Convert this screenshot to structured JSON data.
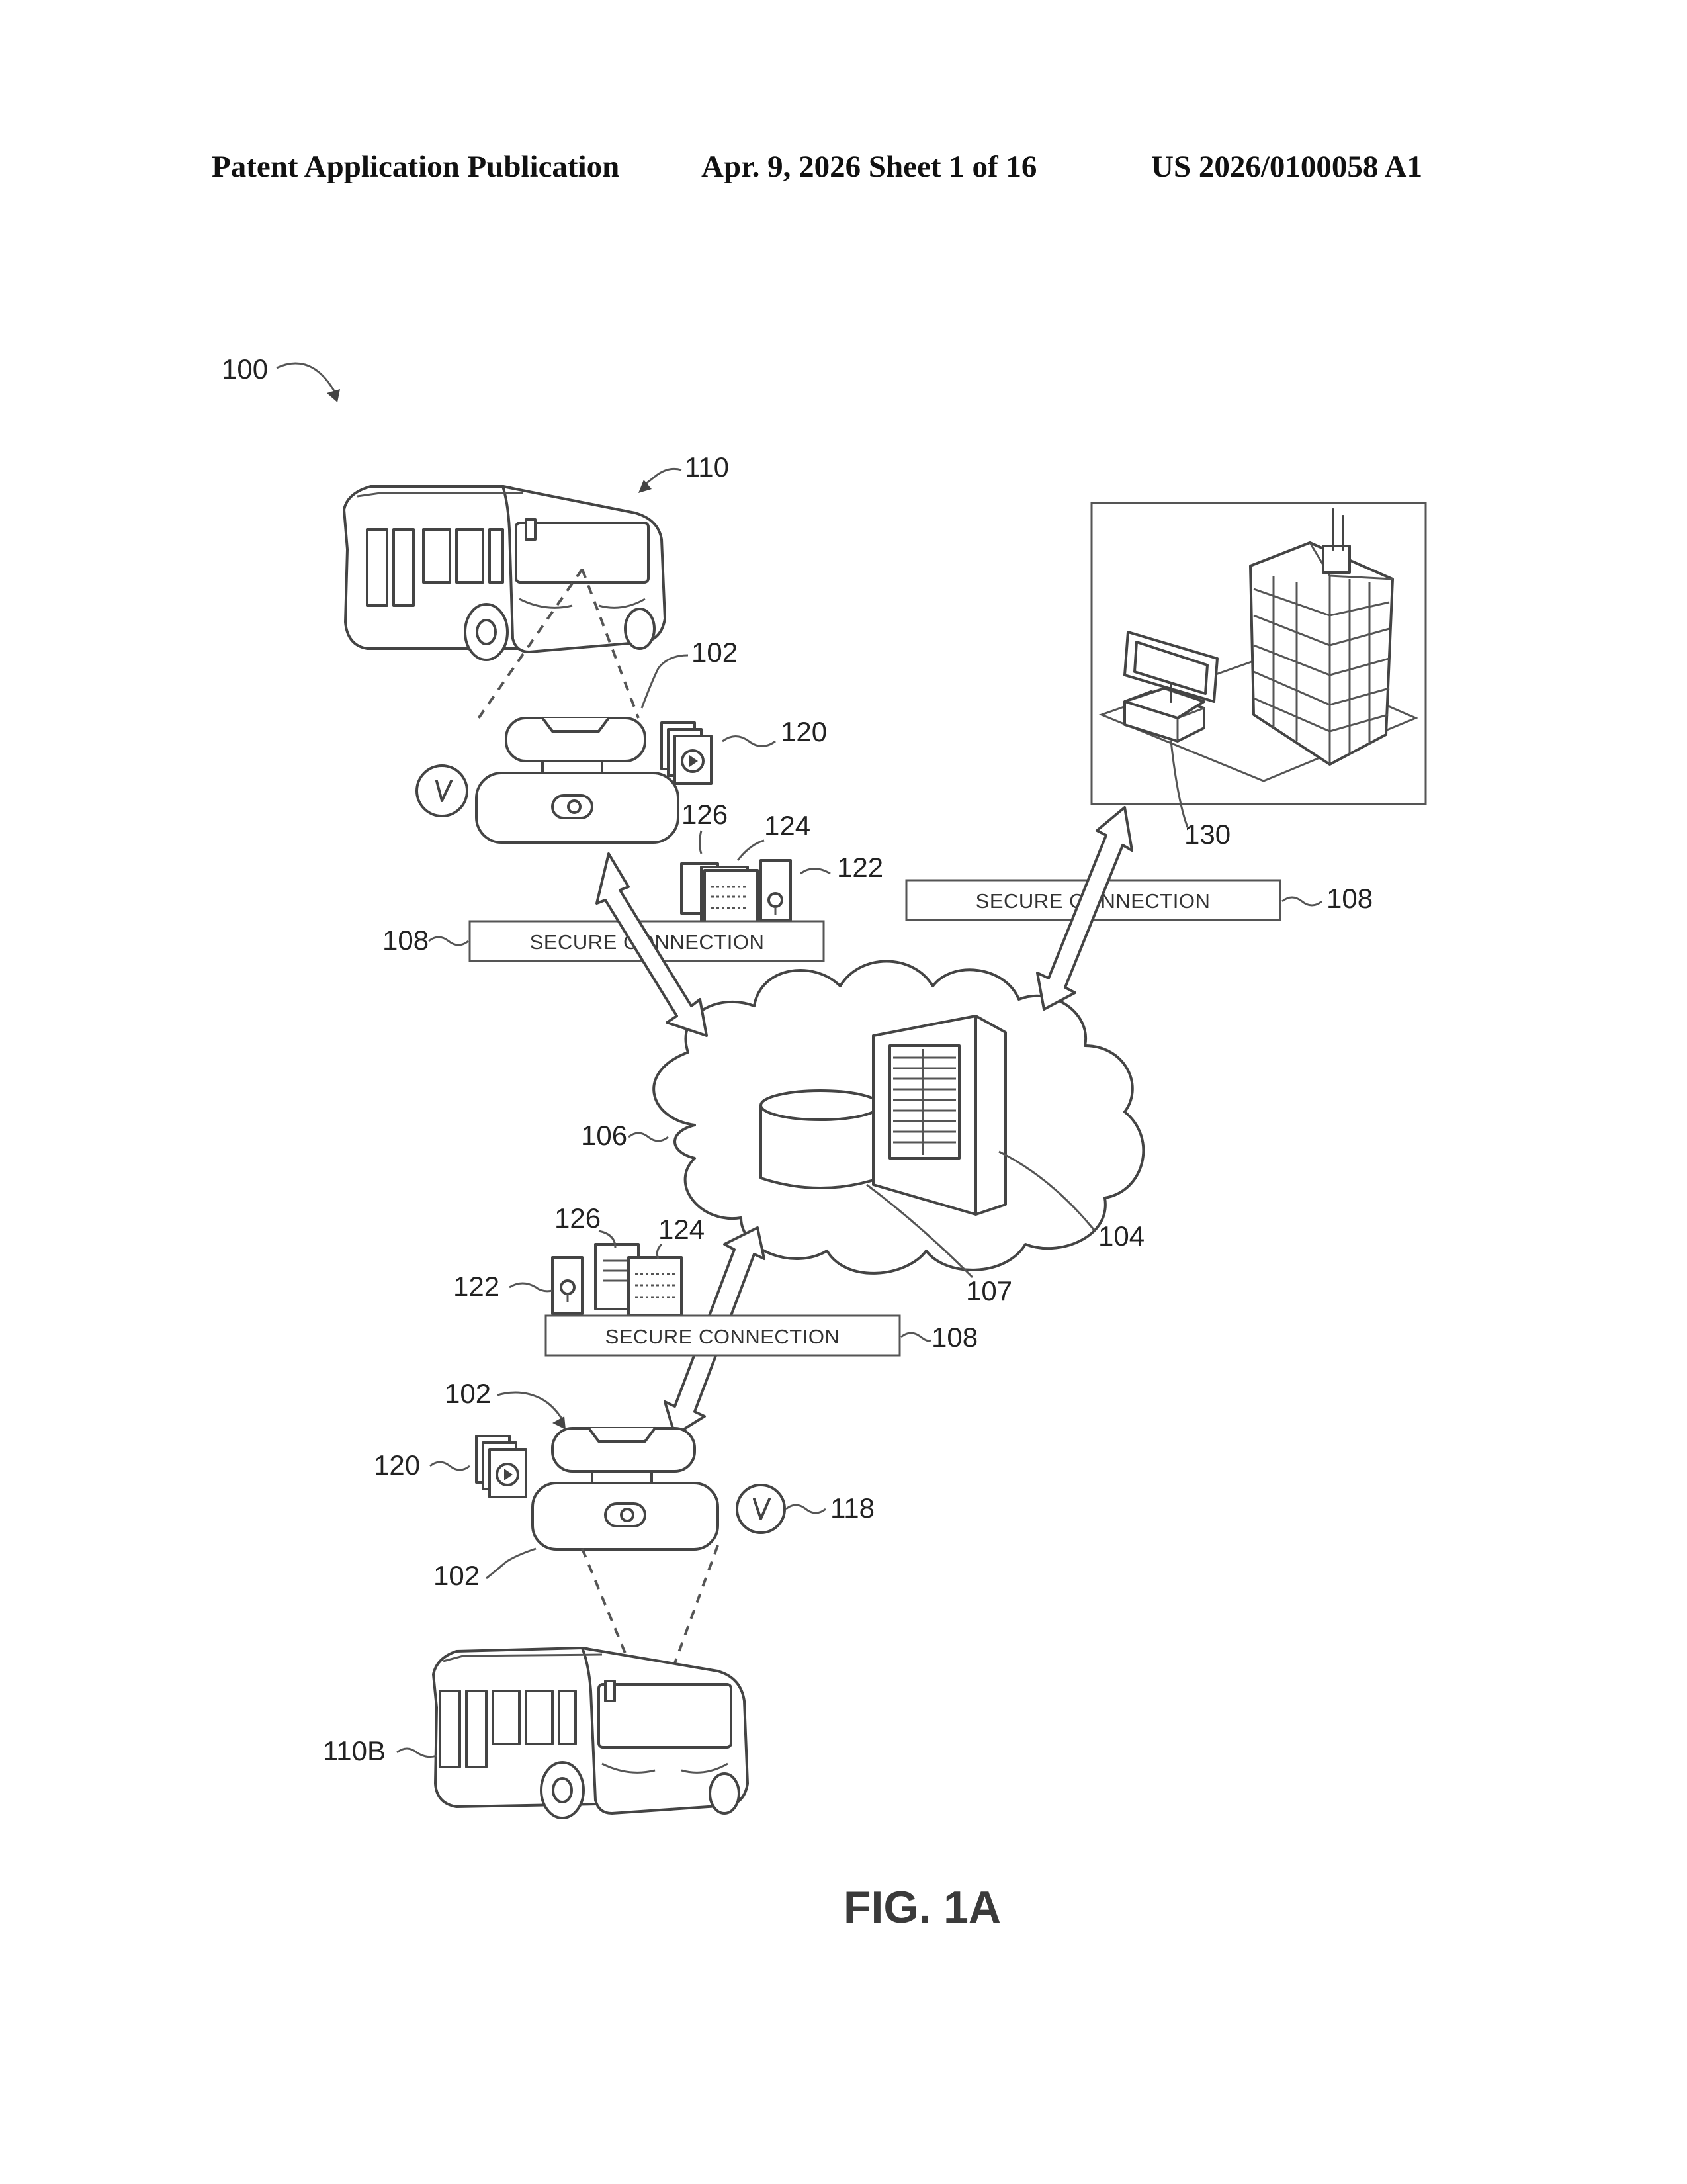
{
  "header": {
    "publication": "Patent Application Publication",
    "date_sheet": "Apr. 9, 2026   Sheet 1 of 16",
    "number": "US 2026/0100058 A1"
  },
  "figure": {
    "label": "FIG. 1A",
    "refs": {
      "system": "100",
      "bus_top": "110",
      "bus_bottom": "110B",
      "device_top": "102",
      "device_bottom_upper": "102",
      "device_bottom_lower": "102",
      "media_top": "120",
      "media_bottom": "120",
      "doc126_top": "126",
      "doc124_top": "124",
      "doc122_top": "122",
      "doc126_bottom": "126",
      "doc124_bottom": "124",
      "doc122_bottom": "122",
      "conn_left": "108",
      "conn_right": "108",
      "conn_bottom": "108",
      "cloud": "106",
      "server": "104",
      "database": "107",
      "workstation": "130",
      "clock_bottom": "118"
    },
    "connection_label": "SECURE CONNECTION"
  }
}
